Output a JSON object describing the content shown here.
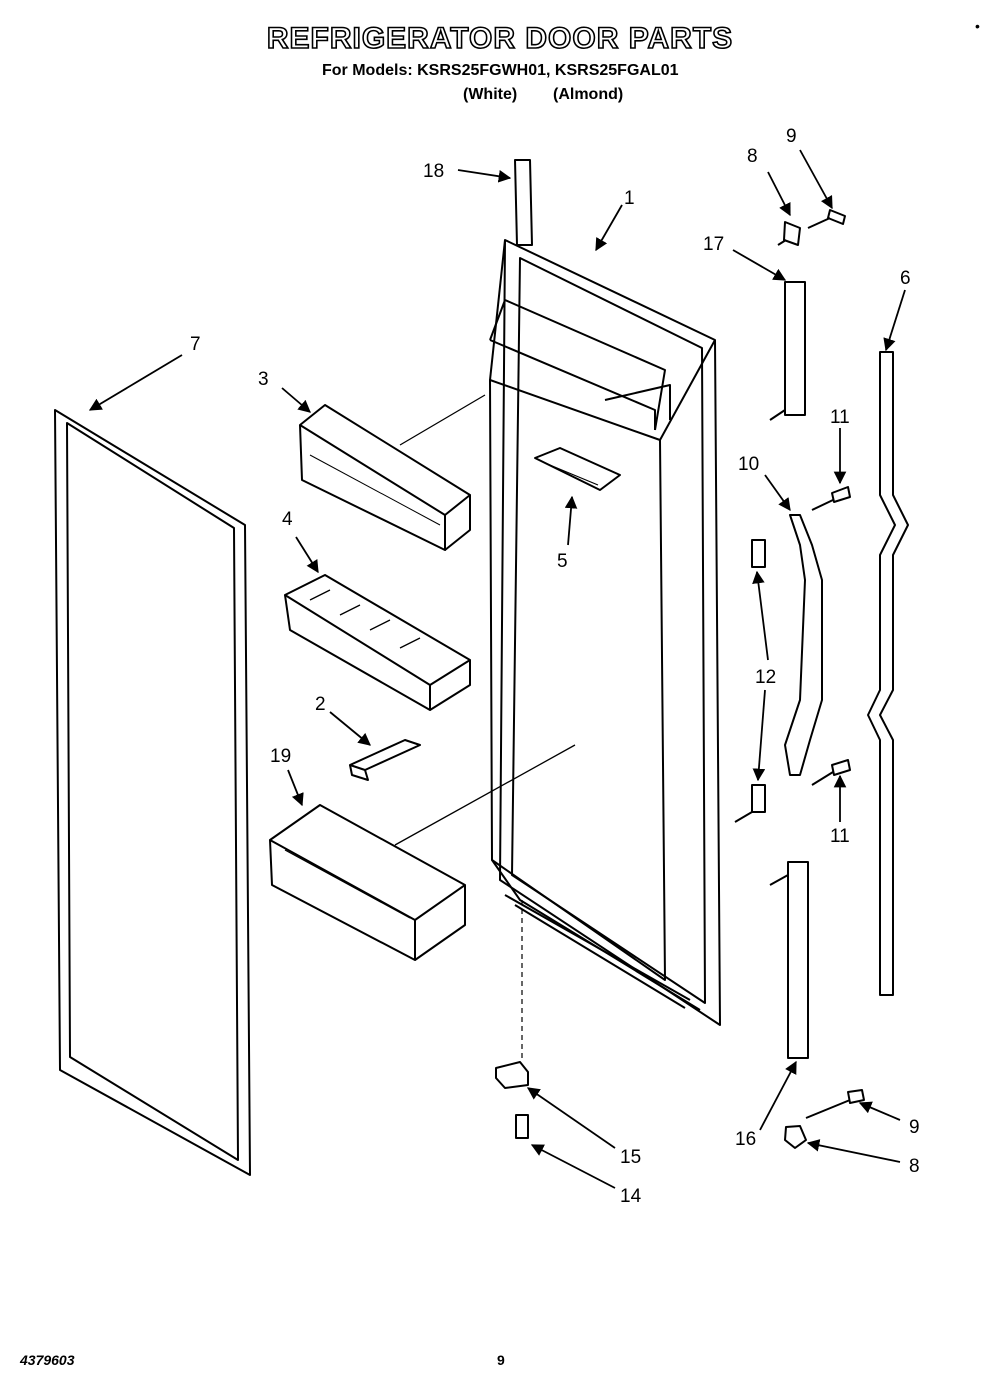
{
  "header": {
    "title": "REFRIGERATOR DOOR PARTS",
    "models_line": "For Models: KSRS25FGWH01, KSRS25FGAL01",
    "color_1": "(White)",
    "color_2": "(Almond)",
    "corner_mark": "•"
  },
  "footer": {
    "part_number": "4379603",
    "page_number": "9"
  },
  "callouts": {
    "c18": "18",
    "c1": "1",
    "c8a": "8",
    "c9a": "9",
    "c17": "17",
    "c6": "6",
    "c7": "7",
    "c3": "3",
    "c11a": "11",
    "c10": "10",
    "c5": "5",
    "c4": "4",
    "c12": "12",
    "c2": "2",
    "c19": "19",
    "c11b": "11",
    "c16": "16",
    "c9b": "9",
    "c8b": "8",
    "c15": "15",
    "c14": "14"
  }
}
